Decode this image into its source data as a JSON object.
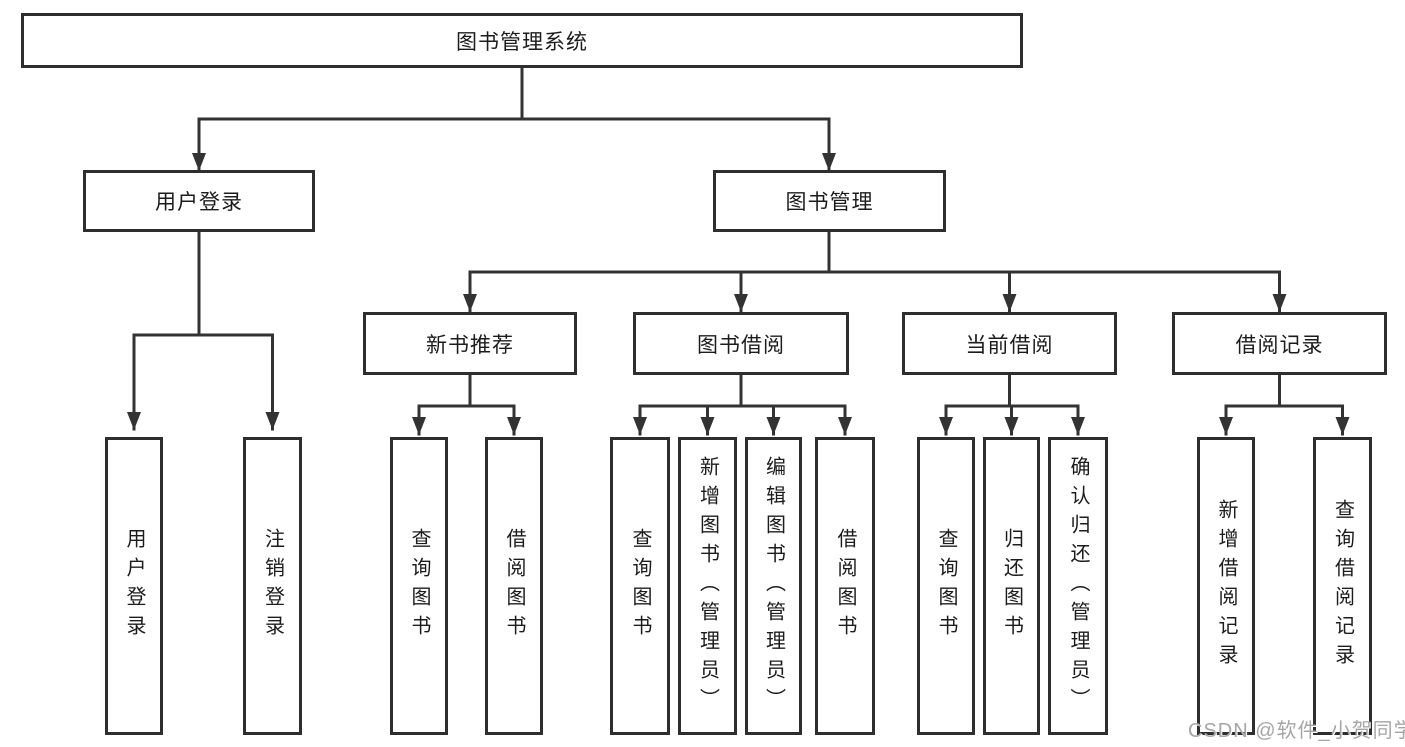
{
  "page": {
    "background": "#ffffff"
  },
  "colors": {
    "line": "#333333",
    "box_border": "#2e2e2e",
    "text": "#1c1c1c",
    "watermark": "#a6a6a6"
  },
  "nodes": {
    "root": {
      "label": "图书管理系统"
    },
    "level2": [
      {
        "label": "用户登录"
      },
      {
        "label": "图书管理"
      }
    ],
    "level3": [
      {
        "label": "新书推荐",
        "parent": "图书管理"
      },
      {
        "label": "图书借阅",
        "parent": "图书管理"
      },
      {
        "label": "当前借阅",
        "parent": "图书管理"
      },
      {
        "label": "借阅记录",
        "parent": "图书管理"
      }
    ],
    "leaves": [
      {
        "label": "用户登录",
        "parent": "用户登录"
      },
      {
        "label": "注销登录",
        "parent": "用户登录"
      },
      {
        "label": "查询图书",
        "parent": "新书推荐"
      },
      {
        "label": "借阅图书",
        "parent": "新书推荐"
      },
      {
        "label": "查询图书",
        "parent": "图书借阅"
      },
      {
        "label": "新增图书（管理员）",
        "parent": "图书借阅"
      },
      {
        "label": "编辑图书（管理员）",
        "parent": "图书借阅"
      },
      {
        "label": "借阅图书",
        "parent": "图书借阅"
      },
      {
        "label": "查询图书",
        "parent": "当前借阅"
      },
      {
        "label": "归还图书",
        "parent": "当前借阅"
      },
      {
        "label": "确认归还（管理员）",
        "parent": "当前借阅"
      },
      {
        "label": "新增借阅记录",
        "parent": "借阅记录"
      },
      {
        "label": "查询借阅记录",
        "parent": "借阅记录"
      }
    ]
  },
  "watermark": {
    "text": "CSDN @软件_小贺同学"
  }
}
